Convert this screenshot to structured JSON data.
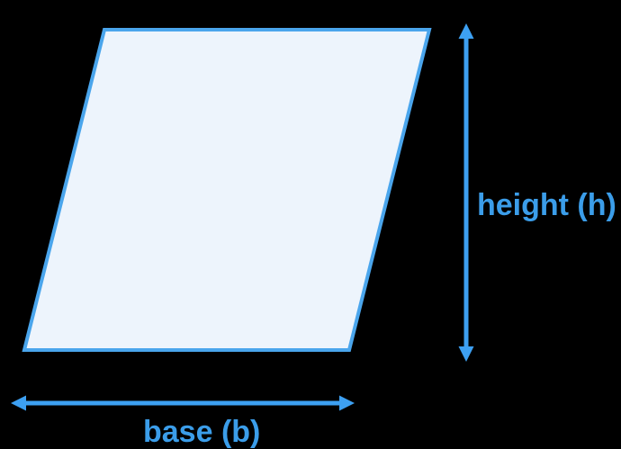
{
  "diagram": {
    "figure": "parallelogram",
    "labels": {
      "height": "height (h)",
      "base": "base (b)"
    },
    "colors": {
      "background": "#000000",
      "shape_fill": "#edf4fc",
      "shape_stroke": "#4aa5ec",
      "arrow": "#3da0f2",
      "label_text": "#3b9de9"
    }
  }
}
